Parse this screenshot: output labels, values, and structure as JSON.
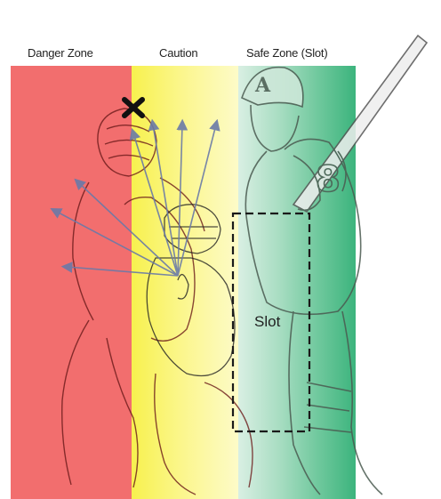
{
  "zones": {
    "danger": {
      "label": "Danger Zone",
      "color": "#f26b6b"
    },
    "caution": {
      "label": "Caution",
      "color": "#f7f266"
    },
    "safe": {
      "label": "Safe Zone (Slot)",
      "color": "#3fb57f"
    }
  },
  "slot_label": "Slot",
  "icons": {
    "danger_marker": "x-mark-icon",
    "arrows": "arrow-icon"
  }
}
